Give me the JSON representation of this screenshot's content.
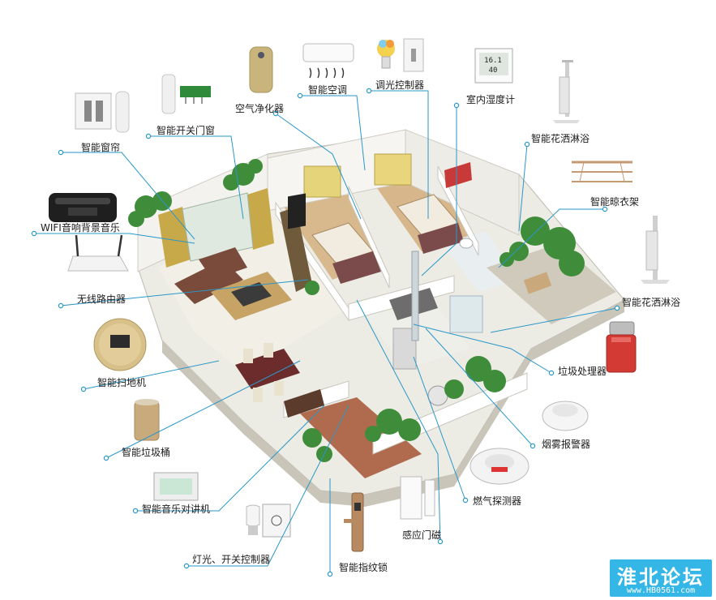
{
  "labels": {
    "curtain": "智能窗帘",
    "window_opener": "智能开关门窗",
    "air_purifier": "空气净化器",
    "air_conditioner": "智能空调",
    "dimmer": "调光控制器",
    "thermo_hygrometer": "室内湿度计",
    "shower_top": "智能花洒淋浴",
    "drying_rack": "智能晾衣架",
    "shower_right": "智能花洒淋浴",
    "wifi_audio": "WIFI音响背景音乐",
    "router": "无线路由器",
    "robot_vacuum": "智能扫地机",
    "trash_can": "智能垃圾桶",
    "intercom": "智能音乐对讲机",
    "light_switch": "灯光、开关控制器",
    "fingerprint_lock": "智能指纹锁",
    "door_sensor": "感应门磁",
    "gas_detector": "燃气探测器",
    "smoke_alarm": "烟雾报警器",
    "disposer": "垃圾处理器"
  },
  "watermark": {
    "title": "淮北论坛",
    "url": "www.HB0561.com"
  },
  "thermometer_display": {
    "temp": "16.1",
    "humidity": "40"
  },
  "colors": {
    "line": "#2a97c9",
    "dot": "#2a97c9",
    "watermark_bg": "#34b6e6"
  }
}
